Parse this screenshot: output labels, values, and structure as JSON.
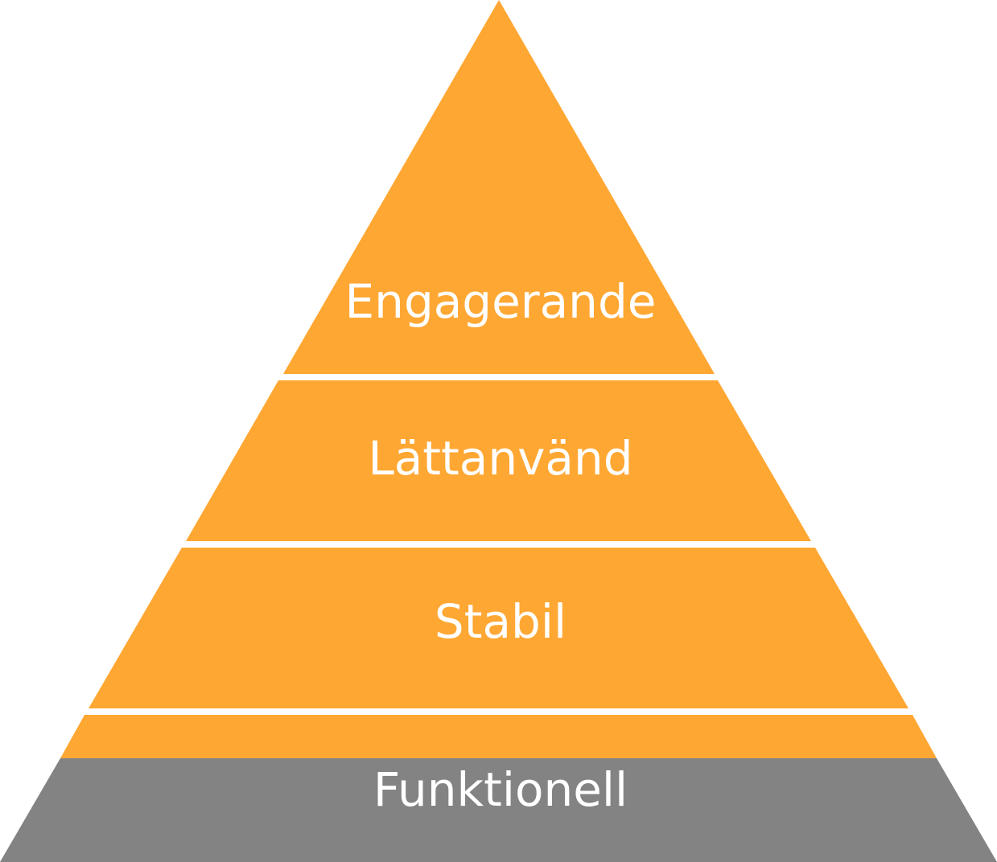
{
  "title": "Pyramid diagram",
  "colors": {
    "orange": "#FFA733",
    "gray": "#838383",
    "text": "#FFFFFF"
  },
  "levels": [
    {
      "label": "Engagerande"
    },
    {
      "label": "Lättanvänd"
    },
    {
      "label": "Stabil"
    },
    {
      "label": "Funktionell"
    }
  ]
}
